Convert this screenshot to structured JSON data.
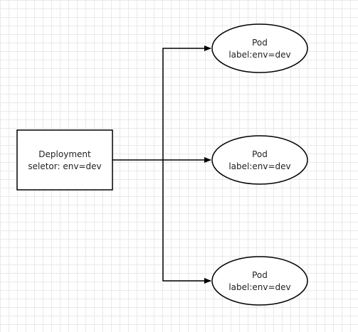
{
  "deployment": {
    "line1": "Deployment",
    "line2": "seletor: env=dev"
  },
  "pods": [
    {
      "line1": "Pod",
      "line2": "label:env=dev"
    },
    {
      "line1": "Pod",
      "line2": "label:env=dev"
    },
    {
      "line1": "Pod",
      "line2": "label:env=dev"
    }
  ],
  "colors": {
    "stroke": "#000000",
    "text": "#222222",
    "fill": "#ffffff"
  }
}
